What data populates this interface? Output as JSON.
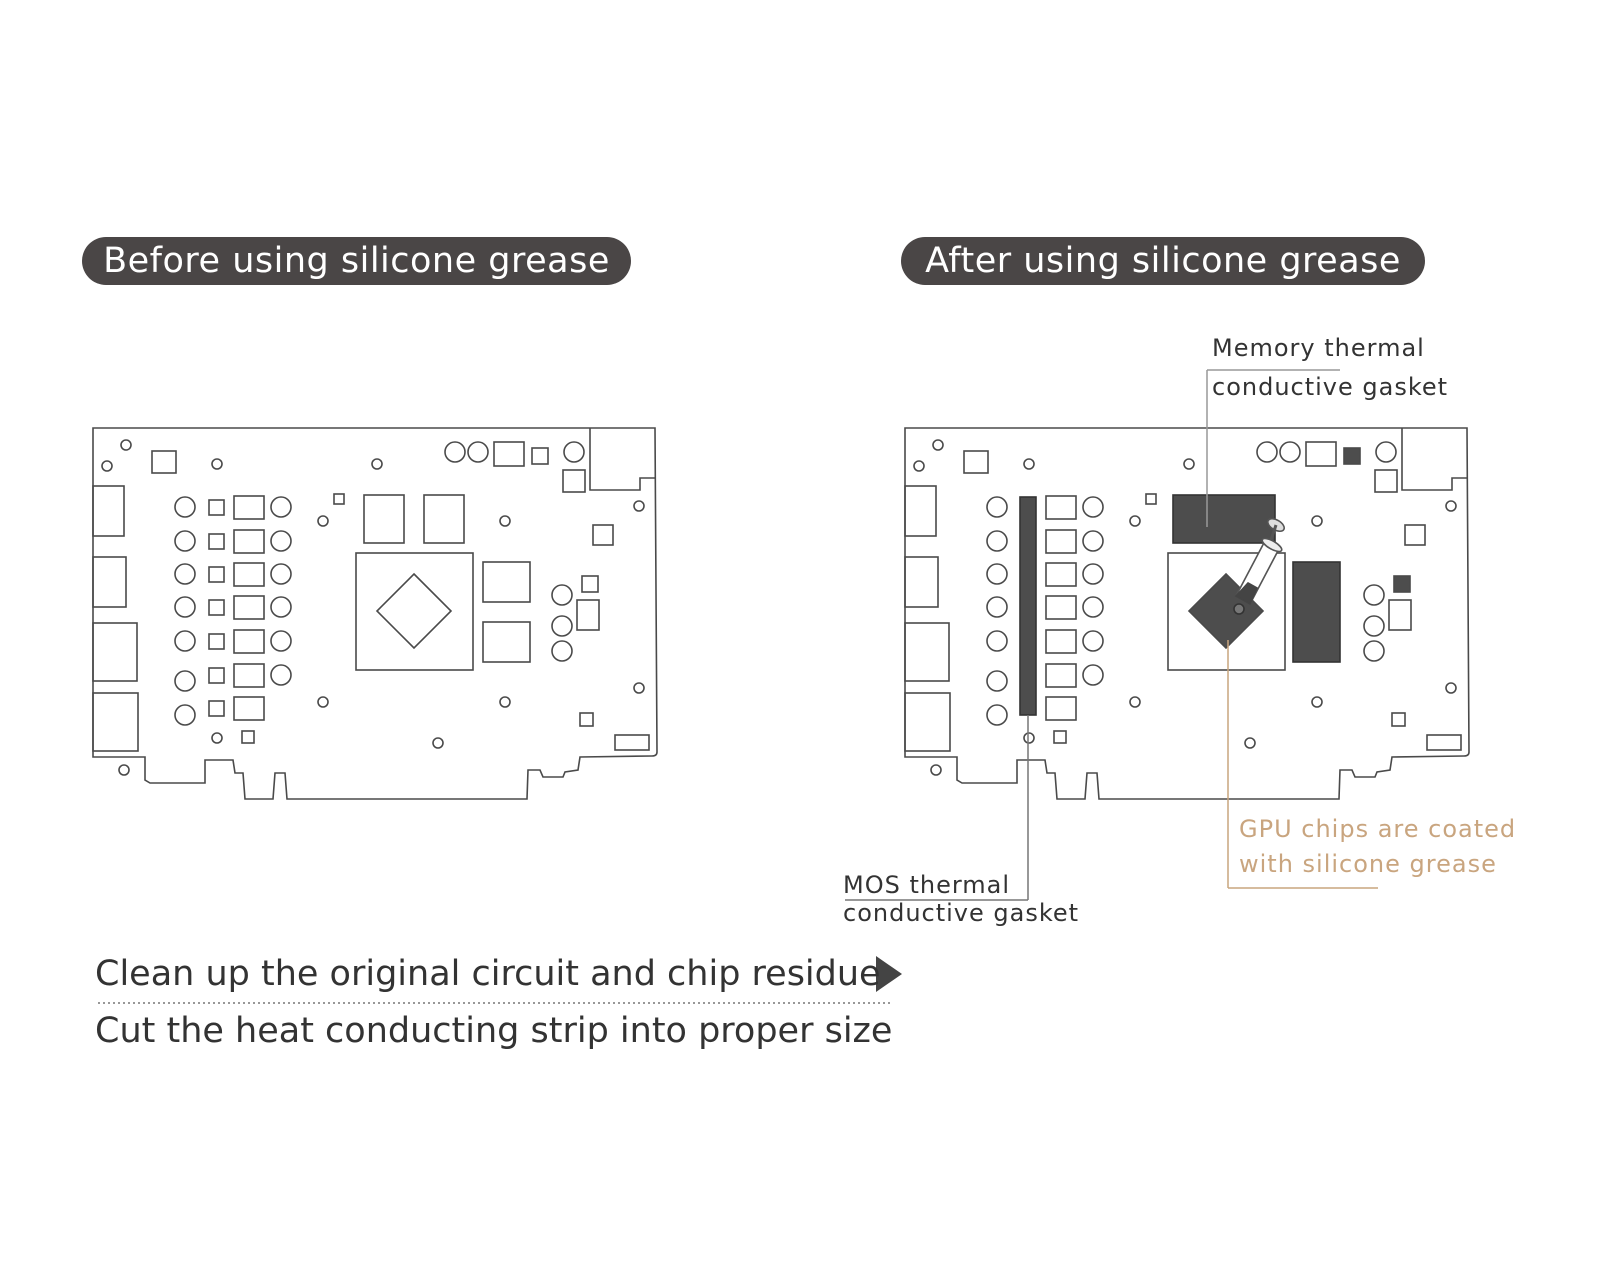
{
  "headers": {
    "before": "Before using silicone grease",
    "after": "After using silicone grease"
  },
  "callouts": {
    "memory_line1": "Memory thermal",
    "memory_line2": "conductive gasket",
    "mos_line1": "MOS thermal",
    "mos_line2": "conductive gasket",
    "gpu_line1": "GPU chips are coated",
    "gpu_line2": "with silicone grease"
  },
  "steps": {
    "step1": "Clean up the original circuit and chip residue",
    "step2": "Cut the heat conducting strip into proper size"
  },
  "colors": {
    "pill": "#4a4646",
    "outline": "#4a4a4a",
    "pad": "#4d4d4d",
    "gpu_callout": "#c9a57f"
  }
}
